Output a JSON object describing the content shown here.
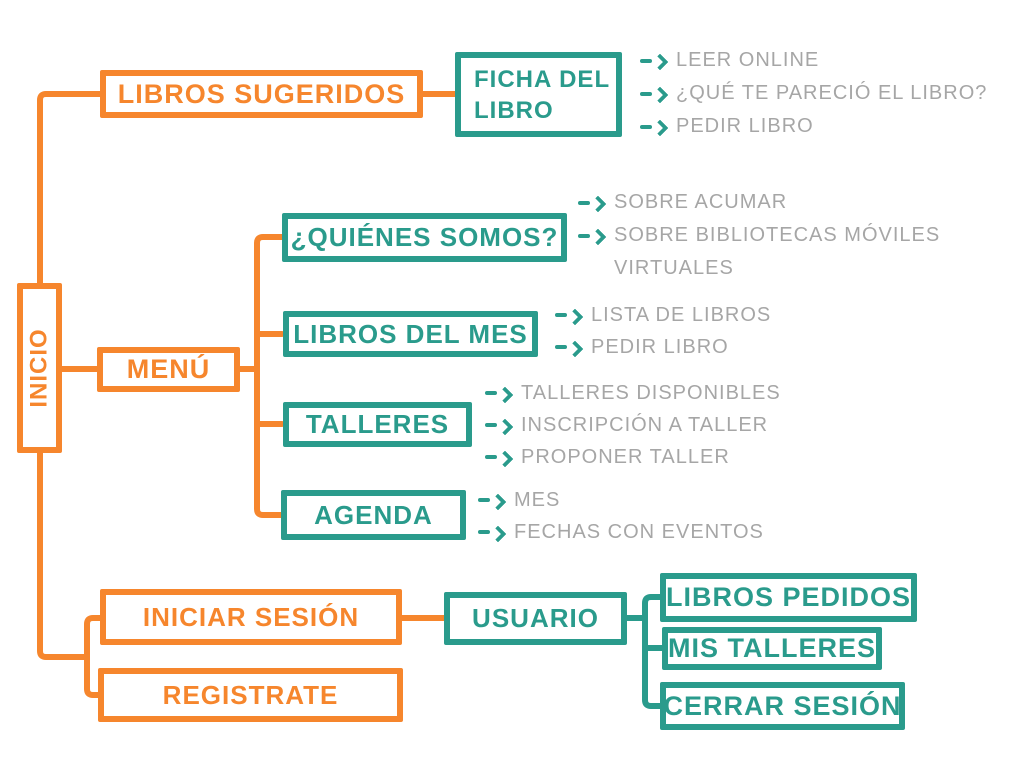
{
  "colors": {
    "orange": "#F6862D",
    "teal": "#2A9B8C",
    "gray": "#A6A6A6",
    "background": "#FFFFFF"
  },
  "boxes": {
    "inicio": {
      "label": "INICIO"
    },
    "libros_sugeridos": {
      "label": "LIBROS SUGERIDOS"
    },
    "menu": {
      "label": "MENÚ"
    },
    "iniciar_sesion": {
      "label": "INICIAR SESIÓN"
    },
    "registrate": {
      "label": "REGISTRATE"
    },
    "ficha_del_libro": {
      "lines": [
        "FICHA DEL",
        "LIBRO"
      ]
    },
    "quienes_somos": {
      "label": "¿QUIÉNES SOMOS?"
    },
    "libros_del_mes": {
      "label": "LIBROS DEL MES"
    },
    "talleres": {
      "label": "TALLERES"
    },
    "agenda": {
      "label": "AGENDA"
    },
    "usuario": {
      "label": "USUARIO"
    },
    "libros_pedidos": {
      "label": "LIBROS PEDIDOS"
    },
    "mis_talleres": {
      "label": "MIS TALLERES"
    },
    "cerrar_sesion": {
      "label": "CERRAR SESIÓN"
    }
  },
  "leaves": {
    "ficha_del_libro": [
      "LEER ONLINE",
      "¿QUÉ TE PARECIÓ EL LIBRO?",
      "PEDIR LIBRO"
    ],
    "quienes_somos": [
      "SOBRE ACUMAR",
      "SOBRE BIBLIOTECAS MÓVILES",
      "VIRTUALES"
    ],
    "libros_del_mes": [
      "LISTA DE LIBROS",
      "PEDIR LIBRO"
    ],
    "talleres": [
      "TALLERES DISPONIBLES",
      "INSCRIPCIÓN A TALLER",
      "PROPONER TALLER"
    ],
    "agenda": [
      "MES",
      "FECHAS CON EVENTOS"
    ]
  }
}
